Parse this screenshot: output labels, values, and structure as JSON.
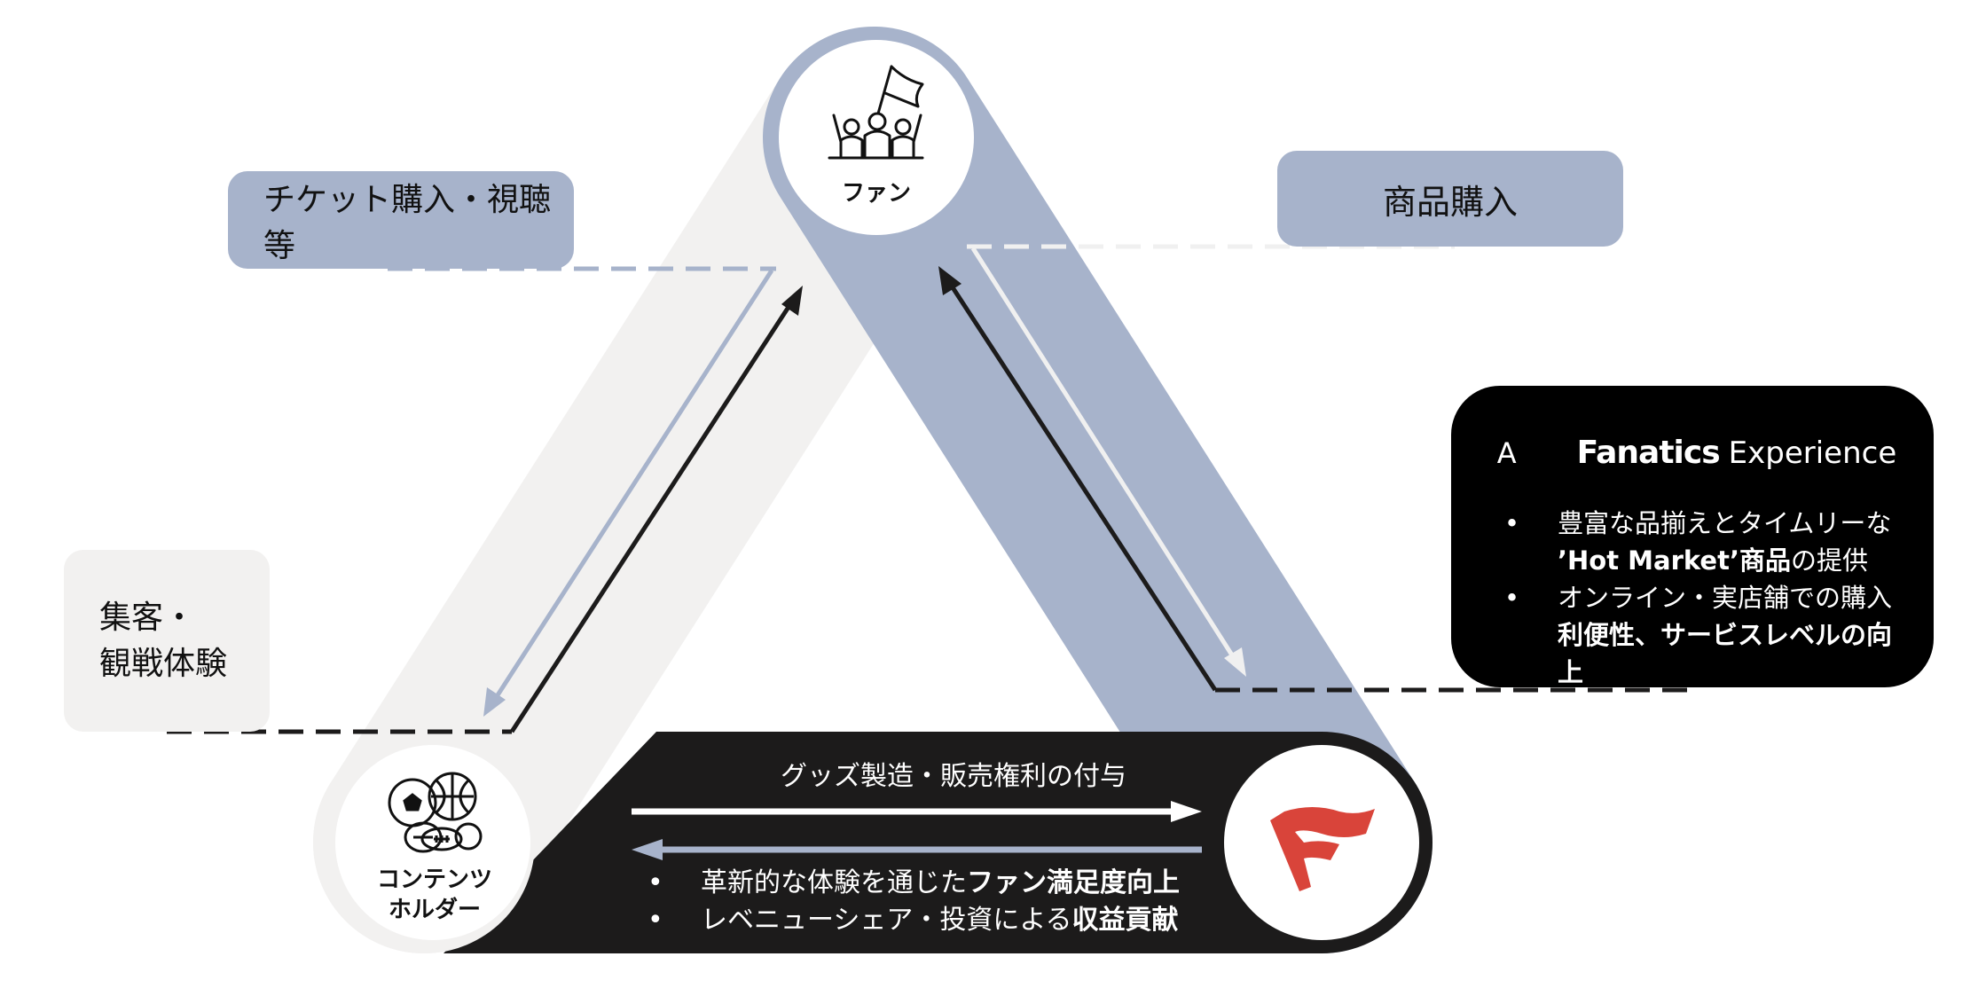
{
  "nodes": {
    "fan": {
      "label": "ファン"
    },
    "holder": {
      "line1": "コンテンツ",
      "line2": "ホルダー"
    }
  },
  "boxes": {
    "ticket": "チケット購入・視聴等",
    "goods": "商品購入",
    "attract": {
      "line1": "集客・",
      "line2": "観戦体験"
    }
  },
  "fanatics": {
    "brand_a": "A",
    "brand_name": "Fanatics",
    "brand_exp": "Experience",
    "bullets": [
      {
        "pre": "豊富な品揃えとタイムリーな",
        "bold": "’Hot Market’商品",
        "post": "の提供"
      },
      {
        "pre": "オンライン・実店舗での購入",
        "bold": "利便性、サービスレベルの向上",
        "post": ""
      }
    ]
  },
  "bottom": {
    "rights_label": "グッズ製造・販売権利の付与",
    "bullets": [
      {
        "pre": "革新的な体験を通じた",
        "bold": "ファン満足度向上"
      },
      {
        "pre": "レベニューシェア・投資による",
        "bold": "収益貢献"
      }
    ]
  },
  "colors": {
    "blue": "#a7b3cb",
    "light_gray": "#f2f1f0",
    "dark": "#1c1b1b",
    "fanatics_red": "#d9443a"
  }
}
